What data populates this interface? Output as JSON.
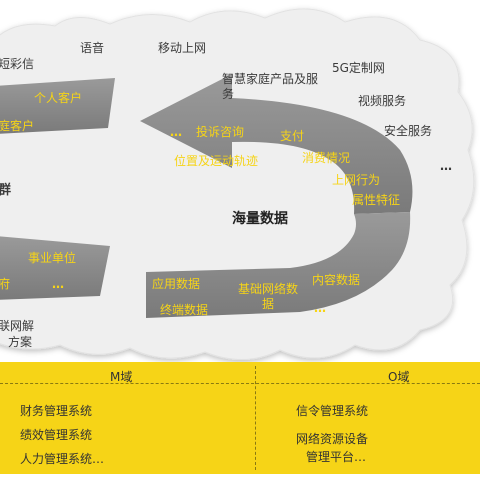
{
  "cloud_labels": {
    "sms": "短彩信",
    "voice": "语音",
    "mobile_internet": "移动上网",
    "smart_home": "智慧家庭产品及服务",
    "five_g": "5G定制网",
    "video": "视频服务",
    "security": "安全服务",
    "ellipsis_right": "…"
  },
  "customers": {
    "individual": "个人客户",
    "family": "庭客户",
    "group": "群",
    "institution": "事业单位",
    "government": "府",
    "ellipsis": "…",
    "iot": "联网解",
    "solution": "方案"
  },
  "upper_arrow": {
    "ellipsis": "…",
    "complaint": "投诉咨询",
    "payment": "支付",
    "location": "位置及运动轨迹",
    "consumption": "消费情况",
    "online_behavior": "上网行为",
    "attributes": "属性特征"
  },
  "center": {
    "title": "海量数据"
  },
  "lower_arrow": {
    "app_data": "应用数据",
    "base_network": "基础网络数据",
    "content_data": "内容数据",
    "terminal_data": "终端数据",
    "ellipsis": "…"
  },
  "m_domain": {
    "title": "M域",
    "items": [
      "财务管理系统",
      "绩效管理系统",
      "人力管理系统…"
    ],
    "icon": "org-chart-icon"
  },
  "o_domain": {
    "title": "O域",
    "items": [
      "信令管理系统",
      "网络资源设备",
      "管理平台…"
    ],
    "icon": "cloud-computer-icon"
  },
  "colors": {
    "yellow": "#f6d417",
    "cloud": "#f0f0f0",
    "arrow": "#8c8c8c",
    "text": "#3b3b3b"
  }
}
